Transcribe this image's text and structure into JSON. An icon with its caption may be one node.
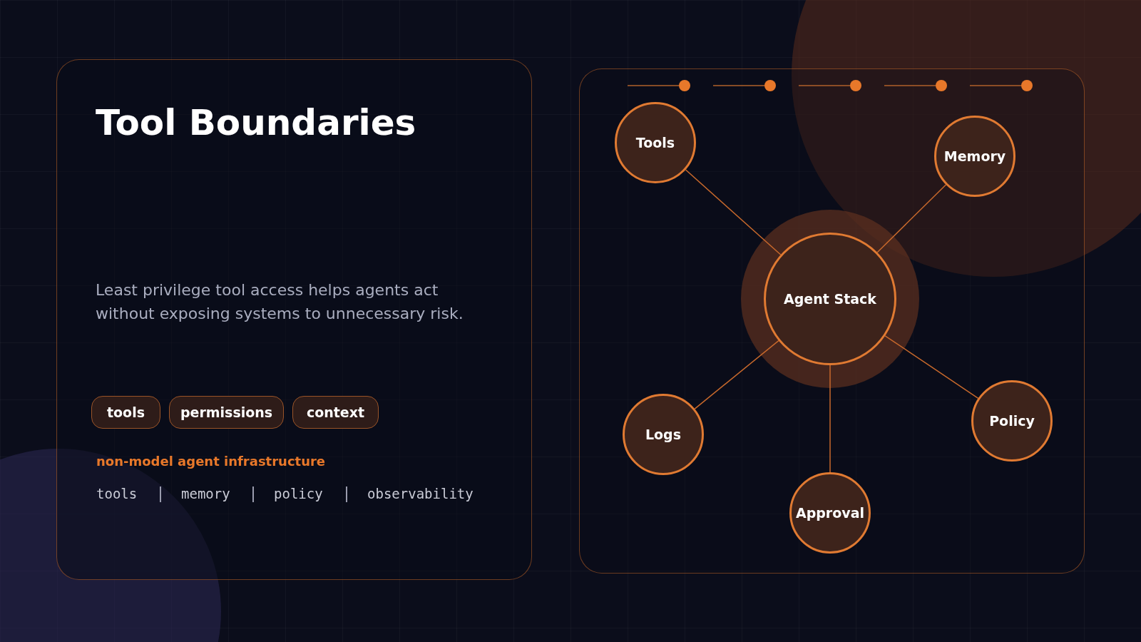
{
  "diagram": {
    "title": "Tool Boundaries",
    "nodes": [
      {
        "text": [
          "tools"
        ]
      },
      {
        "text": [
          "permissions"
        ]
      },
      {
        "text": [
          "context"
        ]
      },
      {
        "text": [
          "Tools"
        ]
      },
      {
        "text": [
          "Memory"
        ]
      },
      {
        "text": [
          "Agent Stack"
        ]
      },
      {
        "text": [
          "Logs"
        ]
      },
      {
        "text": [
          "Policy"
        ]
      },
      {
        "text": [
          "Approval"
        ]
      }
    ],
    "edges": [
      {
        "from": 5,
        "to": 3,
        "arrow": "none"
      },
      {
        "from": 5,
        "to": 4,
        "arrow": "none"
      },
      {
        "from": 5,
        "to": 6,
        "arrow": "none"
      },
      {
        "from": 5,
        "to": 7,
        "arrow": "none"
      },
      {
        "from": 5,
        "to": 8,
        "arrow": "none"
      }
    ],
    "labels": [
      "Least privilege tool access helps agents act without exposing systems to unnecessary risk.",
      "non-model agent infrastructure",
      "tools",
      "memory",
      "policy",
      "observability"
    ]
  }
}
